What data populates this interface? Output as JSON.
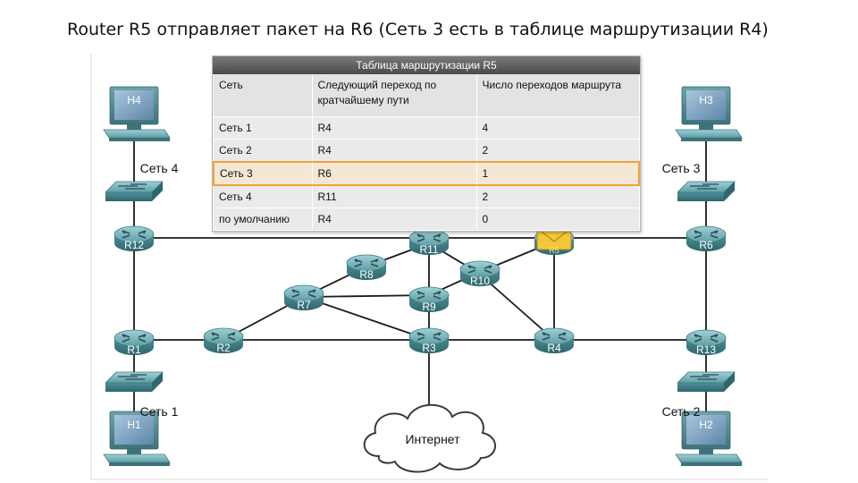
{
  "title": "Router R5 отправляет пакет на R6 (Сеть 3 есть в таблице маршрутизации R4)",
  "table": {
    "caption": "Таблица маршрутизации R5",
    "headers": [
      "Сеть",
      "Следующий переход по кратчайшему пути",
      "Число переходов маршрута"
    ],
    "rows": [
      [
        "Сеть 1",
        "R4",
        "4"
      ],
      [
        "Сеть 2",
        "R4",
        "2"
      ],
      [
        "Сеть 3",
        "R6",
        "1"
      ],
      [
        "Сеть 4",
        "R11",
        "2"
      ],
      [
        "по умолчанию",
        "R4",
        "0"
      ]
    ],
    "highlight_row": 2,
    "highlight_color": "#f2a23c"
  },
  "nodes": {
    "routers": [
      "R12",
      "R11",
      "R8",
      "R10",
      "R7",
      "R9",
      "R1",
      "R2",
      "R3",
      "R4",
      "R13",
      "R6"
    ],
    "hosts": [
      "H4",
      "H3",
      "H1",
      "H2"
    ],
    "networks": [
      "Сеть 4",
      "Сеть 3",
      "Сеть 1",
      "Сеть 2"
    ],
    "cloud": "Интернет",
    "packet_router": "R5"
  },
  "colors": {
    "device": "#4f8f97",
    "screen": "#7fa3c2",
    "packet": "#f2c83a"
  }
}
